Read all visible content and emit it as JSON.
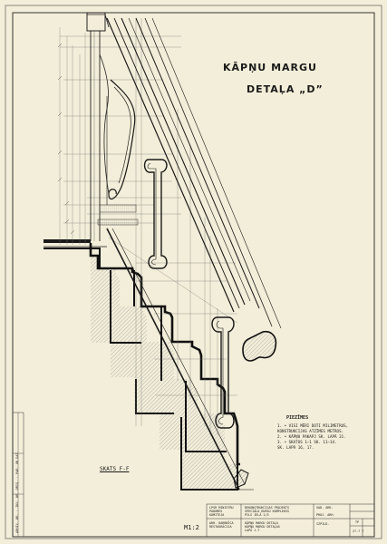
{
  "sheet": {
    "title_line1": "KĀPŅU MARGU",
    "title_line2": "DETAĻA „D”",
    "section_label": "SKATS F-F",
    "scale": "M1:2",
    "sheet_no": "2?-? 7"
  },
  "notes": {
    "heading": "PIEZĪMES",
    "lines": [
      "1. • VISI MĒRI DOTI MILIMETROS,",
      "   KONSTRUKCIJAS ATZĪMES METROS.",
      "2. • KĀPŅU PAKAPJ SK. LAPĀ 31.",
      "3. • SKATUS 1—1  SK. 11—14.",
      "   SK. LAPĀ 16, 17."
    ]
  },
  "title_block": {
    "org": [
      "LPSR MINISTRU",
      "PADOMES",
      "KOMITEJA"
    ],
    "project": [
      "REKONSTRUKCIJAS PROJEKTS",
      "SPECIĀLO KURSU KOMPLEKSS",
      "PILS IELĀ 1/3"
    ],
    "dept": [
      "ARH. DARBNĪCA",
      "RESTAURĀCIJA"
    ],
    "drawing": [
      "KĀPŅU MARGU DETAĻA",
      "KĀPŅU MARGU DETAĻAS",
      "LAPĀ 1-7"
    ],
    "signers": [
      "VAD. ARH.",
      "PROJ. ARH.",
      "IZPILD."
    ],
    "stage": "TP"
  },
  "sidebar": {
    "vertical_text": "ARHIV. NR.  ·  INV. NR. ORIĢ.  ·  PAR. UN DAT."
  }
}
